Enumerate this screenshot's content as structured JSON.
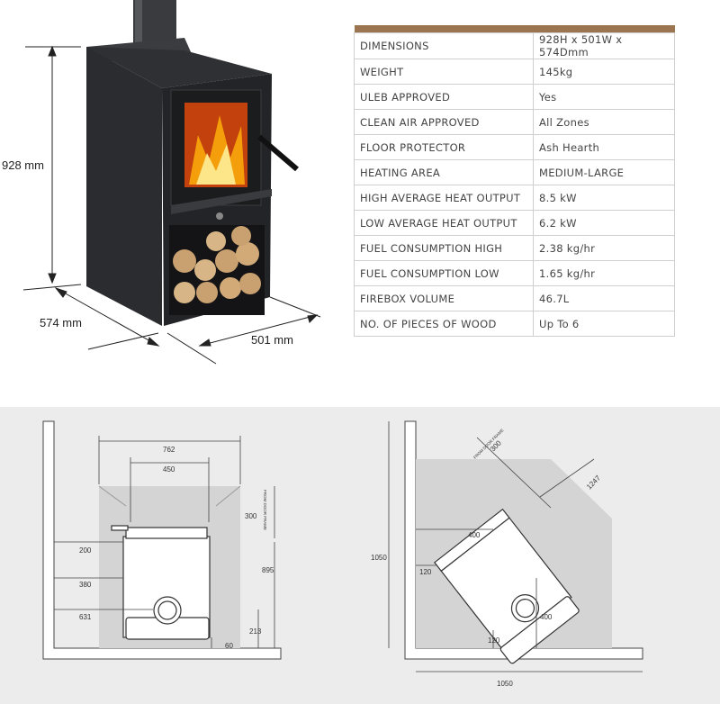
{
  "product_dims": {
    "height": "928 mm",
    "depth": "574 mm",
    "width": "501 mm"
  },
  "specs": [
    {
      "key": "DIMENSIONS",
      "value": "928H x 501W x 574Dmm"
    },
    {
      "key": "WEIGHT",
      "value": "145kg"
    },
    {
      "key": "ULEB APPROVED",
      "value": "Yes"
    },
    {
      "key": "CLEAN AIR APPROVED",
      "value": "All Zones"
    },
    {
      "key": "FLOOR PROTECTOR",
      "value": "Ash Hearth"
    },
    {
      "key": "HEATING AREA",
      "value": "MEDIUM-LARGE"
    },
    {
      "key": "HIGH AVERAGE HEAT OUTPUT",
      "value": "8.5 kW"
    },
    {
      "key": "LOW AVERAGE HEAT OUTPUT",
      "value": "6.2 kW"
    },
    {
      "key": "FUEL CONSUMPTION HIGH",
      "value": "2.38 kg/hr"
    },
    {
      "key": "FUEL CONSUMPTION LOW",
      "value": "1.65 kg/hr"
    },
    {
      "key": "FIREBOX VOLUME",
      "value": "46.7L"
    },
    {
      "key": "NO. OF PIECES OF WOOD",
      "value": "Up To 6"
    }
  ],
  "front_plan": {
    "d762": "762",
    "d450": "450",
    "d300": "300",
    "from_door": "FROM DOOR FRAME",
    "d895": "895",
    "d200": "200",
    "d380": "380",
    "d631": "631",
    "d213": "213",
    "d60": "60"
  },
  "corner_plan": {
    "d300": "300",
    "from_door": "FROM DOOR FRAME",
    "d1247": "1247",
    "d400a": "400",
    "d120a": "120",
    "d1050v": "1050",
    "d400b": "400",
    "d120b": "120",
    "d1050h": "1050"
  },
  "colors": {
    "header_bar": "#9b7450",
    "stove": "#2a2b2d",
    "hearth": "#d4d4d4",
    "panel_bg": "#ececec"
  }
}
